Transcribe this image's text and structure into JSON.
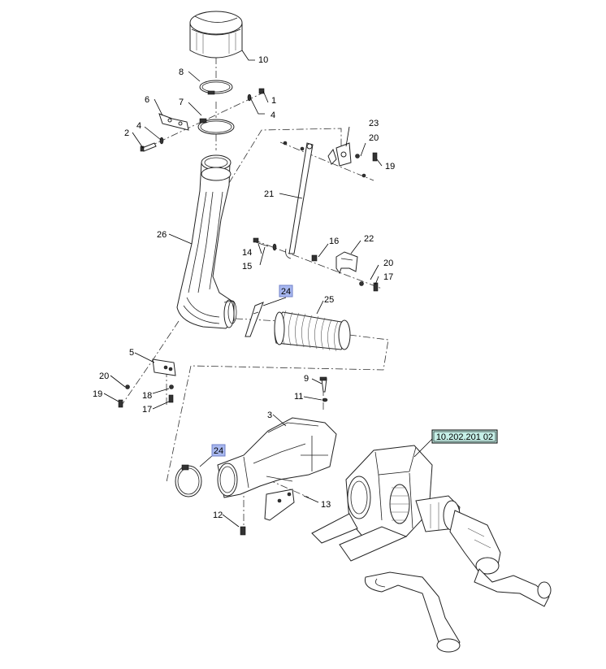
{
  "callouts": {
    "c1": "1",
    "c2": "2",
    "c3": "3",
    "c4a": "4",
    "c4b": "4",
    "c5": "5",
    "c6": "6",
    "c7": "7",
    "c8": "8",
    "c9": "9",
    "c10": "10",
    "c11": "11",
    "c12": "12",
    "c13": "13",
    "c14": "14",
    "c15": "15",
    "c16": "16",
    "c17a": "17",
    "c17b": "17",
    "c18": "18",
    "c19a": "19",
    "c19b": "19",
    "c20a": "20",
    "c20b": "20",
    "c20c": "20",
    "c21": "21",
    "c22": "22",
    "c23": "23",
    "c24a": "24",
    "c24b": "24",
    "c25": "25",
    "c26": "26"
  },
  "reference_link": "10.202.201 02",
  "colors": {
    "highlight_fill": "#a8b8f0",
    "highlight_border": "#7080c8",
    "link_fill": "#c6f0e8",
    "line": "#222222"
  }
}
